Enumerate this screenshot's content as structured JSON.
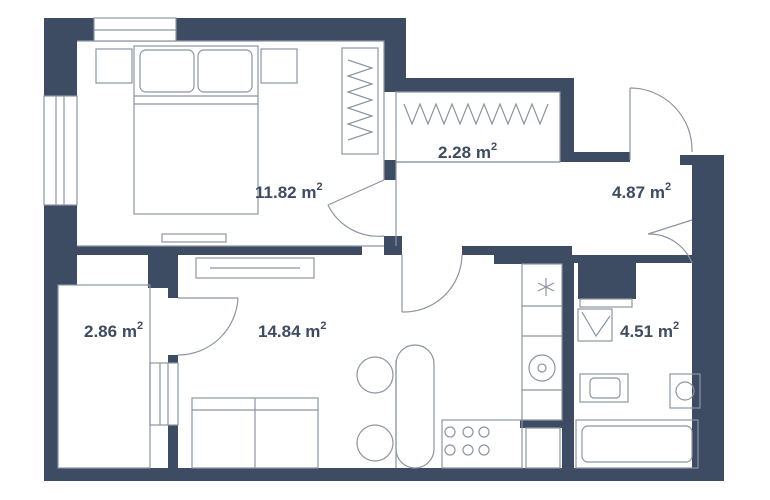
{
  "colors": {
    "wall": "#3d4b63",
    "line": "#8c95a3",
    "background": "#ffffff",
    "text": "#3d4b63"
  },
  "rooms": [
    {
      "id": "bedroom",
      "area": "11.82",
      "unit": "m",
      "exp": "2"
    },
    {
      "id": "wardrobe",
      "area": "2.28",
      "unit": "m",
      "exp": "2"
    },
    {
      "id": "hallway",
      "area": "4.87",
      "unit": "m",
      "exp": "2"
    },
    {
      "id": "balcony",
      "area": "2.86",
      "unit": "m",
      "exp": "2"
    },
    {
      "id": "living-kitchen",
      "area": "14.84",
      "unit": "m",
      "exp": "2"
    },
    {
      "id": "bathroom",
      "area": "4.51",
      "unit": "m",
      "exp": "2"
    }
  ],
  "icons": {
    "fridge": "snowflake-icon",
    "cooktop": "cooktop-icon",
    "sink": "sink-icon"
  }
}
